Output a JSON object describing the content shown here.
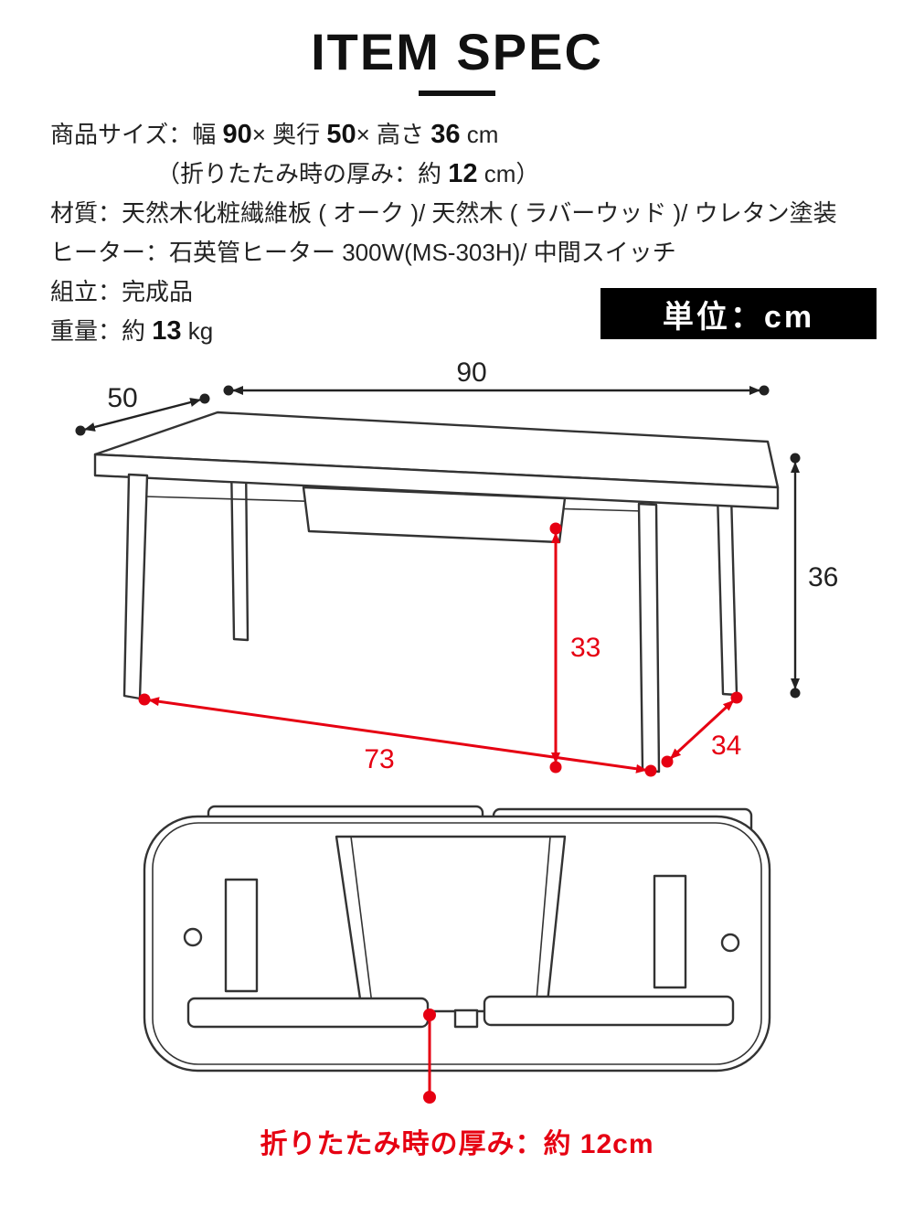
{
  "title": "ITEM SPEC",
  "specs": {
    "size": {
      "pre": "商品サイズ：幅 ",
      "width": "90",
      "sep1": "× 奥行 ",
      "depth": "50",
      "sep2": "× 高さ ",
      "height": "36",
      "unit": " cm"
    },
    "folded": {
      "pre": "（折りたたみ時の厚み：約 ",
      "value": "12",
      "post": " cm）"
    },
    "material": "材質：天然木化粧繊維板 ( オーク )/ 天然木 ( ラバーウッド )/ ウレタン塗装",
    "heater": "ヒーター：石英管ヒーター 300W(MS-303H)/ 中間スイッチ",
    "assembly": "組立：完成品",
    "weight": {
      "pre": "重量：約 ",
      "value": "13",
      "post": " kg"
    }
  },
  "unit_badge": "単位：cm",
  "dims": {
    "width": "90",
    "depth": "50",
    "height": "36",
    "inner_height": "33",
    "leg_span": "73",
    "leg_depth": "34"
  },
  "folded_caption": "折りたたみ時の厚み：約 12cm",
  "colors": {
    "accent_red": "#e60012",
    "line_black": "#333333",
    "badge_bg": "#000000",
    "badge_text": "#ffffff"
  }
}
